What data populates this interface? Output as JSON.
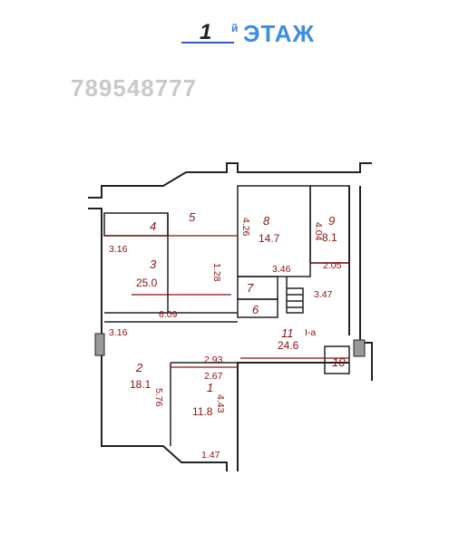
{
  "header": {
    "floor_number": "1",
    "floor_suffix": "й",
    "floor_word": "ЭТАЖ"
  },
  "watermark": "789548777",
  "rooms": [
    {
      "number": "1",
      "area": "11.8"
    },
    {
      "number": "2",
      "area": "18.1"
    },
    {
      "number": "3",
      "area": "25.0"
    },
    {
      "number": "4"
    },
    {
      "number": "5"
    },
    {
      "number": "6"
    },
    {
      "number": "7"
    },
    {
      "number": "8",
      "area": "14.7"
    },
    {
      "number": "9",
      "area": "8.1"
    },
    {
      "number": "10"
    },
    {
      "number": "11",
      "area": "24.6"
    }
  ],
  "dimensions": [
    "3.16",
    "1.28",
    "6.09",
    "3.16",
    "5.76",
    "2.93",
    "2.67",
    "4.43",
    "1.47",
    "4.26",
    "4.04",
    "3.46",
    "2.05",
    "3.47"
  ],
  "stair_label": "I-a",
  "colors": {
    "wall": "#222222",
    "annotation": "#8a1010",
    "header": "#3a8fe0",
    "watermark": "#c9c9c9"
  }
}
